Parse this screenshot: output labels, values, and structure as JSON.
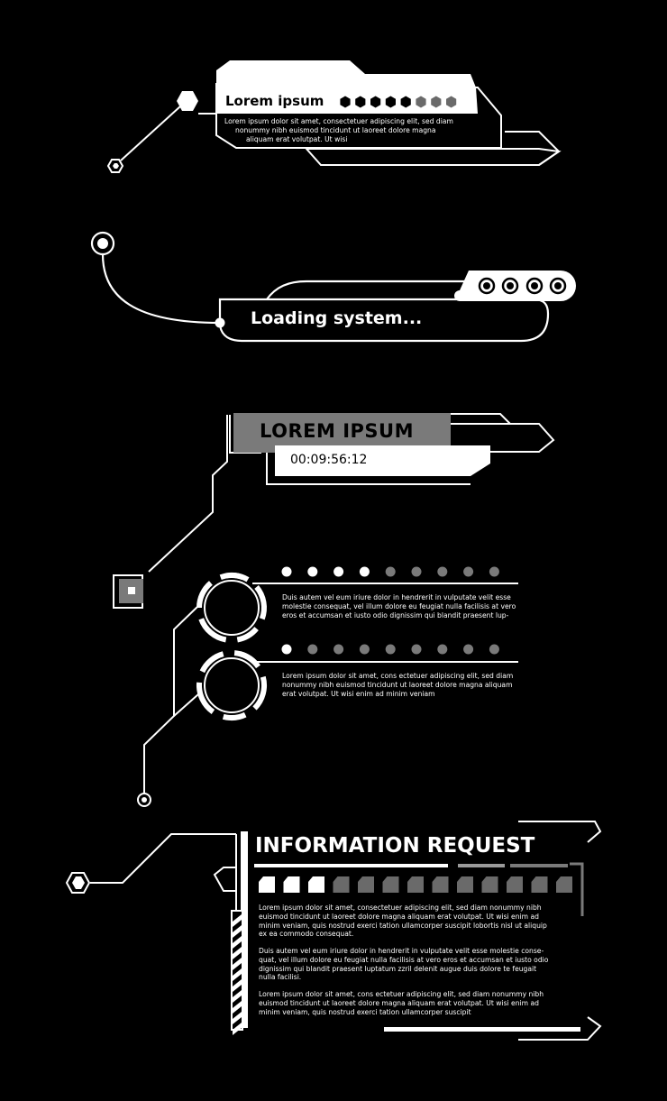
{
  "widget_title": {
    "heading": "Lorem ipsum",
    "body_lines": [
      "Lorem ipsum dolor sit amet, consectetuer adipiscing elit, sed diam",
      "nonummy nibh euismod tincidunt ut laoreet dolore magna",
      "aliquam erat volutpat. Ut wisi"
    ],
    "level_filled": 5,
    "level_total": 8
  },
  "widget_loading": {
    "label": "Loading system..."
  },
  "widget_timer": {
    "heading": "LOREM IPSUM",
    "time": "00:09:56:12"
  },
  "widget_rings": {
    "block1": {
      "lines": [
        "Duis autem vel eum iriure dolor in hendrerit in vulputate velit esse",
        "molestie consequat, vel illum dolore eu feugiat nulla facilisis at vero",
        "eros et accumsan et iusto odio dignissim qui blandit praesent lup-"
      ],
      "dots_filled": 4,
      "dots_total": 9
    },
    "block2": {
      "lines": [
        "Lorem ipsum dolor sit amet, cons ectetuer adipiscing elit, sed diam",
        "nonummy nibh euismod tincidunt ut laoreet dolore magna aliquam",
        "erat volutpat. Ut wisi enim ad minim veniam"
      ],
      "dots_filled": 1,
      "dots_total": 9
    }
  },
  "widget_info": {
    "title": "INFORMATION REQUEST",
    "progress_filled": 3,
    "progress_total": 13,
    "paragraph1": [
      "Lorem ipsum dolor sit amet, consectetuer adipiscing elit, sed diam nonummy nibh",
      "euismod tincidunt ut laoreet dolore magna aliquam erat volutpat. Ut wisi enim ad",
      "minim veniam, quis nostrud exerci tation ullamcorper suscipit lobortis nisl ut aliquip",
      "ex ea commodo consequat."
    ],
    "paragraph2": [
      "Duis autem vel eum iriure dolor in hendrerit in vulputate velit esse molestie conse-",
      "quat, vel illum dolore eu feugiat nulla facilisis at vero eros et accumsan et iusto odio",
      "dignissim qui blandit praesent luptatum zzril delenit augue duis dolore te feugait",
      "nulla facilisi."
    ],
    "paragraph3": [
      "Lorem ipsum dolor sit amet, cons ectetuer adipiscing elit, sed diam nonummy nibh",
      "euismod tincidunt ut laoreet dolore magna aliquam erat volutpat. Ut wisi enim ad",
      "minim veniam, quis nostrud exerci tation ullamcorper suscipit"
    ]
  },
  "colors": {
    "background": "#000000",
    "foreground": "#ffffff",
    "muted": "#7a7a7a",
    "dim": "#9a9a9a"
  }
}
